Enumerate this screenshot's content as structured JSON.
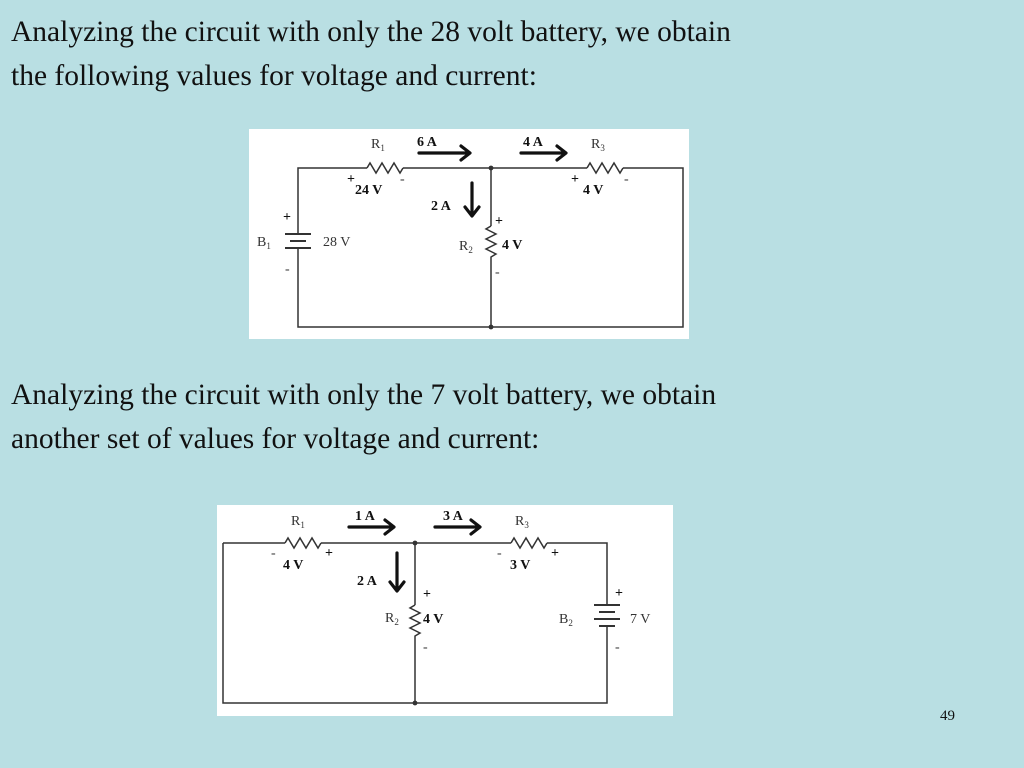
{
  "slide": {
    "para1": {
      "line1": "Analyzing the circuit with only the 28 volt battery, we obtain",
      "line2": "the following values for voltage and current:"
    },
    "para2": {
      "line1": "Analyzing the circuit with only the 7 volt battery, we obtain",
      "line2": "another set of values for voltage and current:"
    },
    "page_number": "49"
  },
  "circuit1": {
    "r1": "R",
    "r1_sub": "1",
    "r2": "R",
    "r2_sub": "2",
    "r3": "R",
    "r3_sub": "3",
    "b1": "B",
    "b1_sub": "1",
    "battery_value": "28 V",
    "v_r1": "24 V",
    "v_r2": "4 V",
    "v_r3": "4 V",
    "i_left": "6 A",
    "i_right": "4 A",
    "i_down": "2 A",
    "plus": "+",
    "minus": "-"
  },
  "circuit2": {
    "r1": "R",
    "r1_sub": "1",
    "r2": "R",
    "r2_sub": "2",
    "r3": "R",
    "r3_sub": "3",
    "b2": "B",
    "b2_sub": "2",
    "battery_value": "7 V",
    "v_r1": "4 V",
    "v_r2": "4 V",
    "v_r3": "3 V",
    "i_left": "1 A",
    "i_right": "3 A",
    "i_down": "2 A",
    "plus": "+",
    "minus": "-"
  }
}
